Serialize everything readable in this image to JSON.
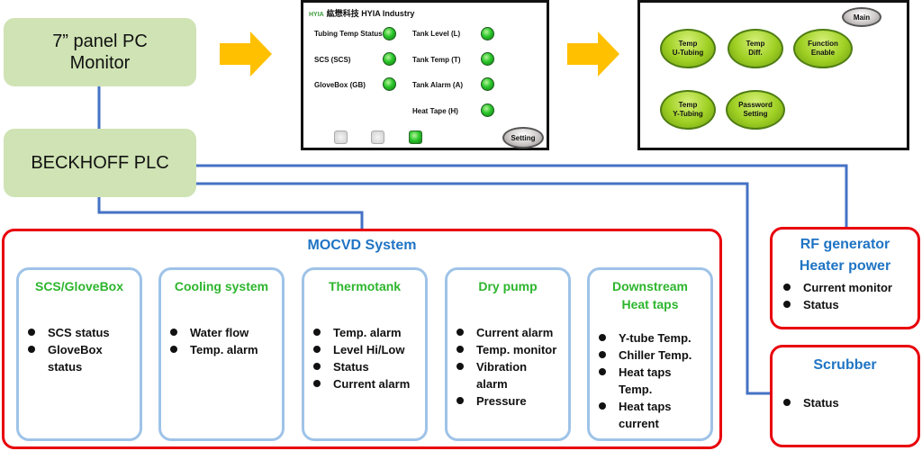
{
  "panel_pc": {
    "line1": "7” panel PC",
    "line2": "Monitor"
  },
  "plc": {
    "label": "BECKHOFF PLC"
  },
  "hmi1": {
    "logo": "HYIA",
    "title": "紘懋科技 HYIA Industry",
    "left_labels": [
      "Tubing Temp Status",
      "SCS (SCS)",
      "GloveBox (GB)"
    ],
    "right_labels": [
      "Tank Level (L)",
      "Tank Temp (T)",
      "Tank Alarm (A)",
      "Heat Tape (H)"
    ],
    "setting_button": "Setting"
  },
  "hmi2": {
    "main_button": "Main",
    "buttons": [
      {
        "line1": "Temp",
        "line2": "U-Tubing"
      },
      {
        "line1": "Temp",
        "line2": "Diff."
      },
      {
        "line1": "Function",
        "line2": "Enable"
      },
      {
        "line1": "Temp",
        "line2": "Y-Tubing"
      },
      {
        "line1": "Password",
        "line2": "Setting"
      }
    ]
  },
  "mocvd": {
    "title": "MOCVD System",
    "panels": [
      {
        "title1": "SCS/GloveBox",
        "title2": "",
        "items": [
          "SCS status",
          "GloveBox",
          "status"
        ]
      },
      {
        "title1": "Cooling system",
        "title2": "",
        "items": [
          "Water flow",
          "Temp. alarm"
        ]
      },
      {
        "title1": "Thermotank",
        "title2": "",
        "items": [
          "Temp. alarm",
          "Level Hi/Low",
          "Status",
          "Current alarm"
        ]
      },
      {
        "title1": "Dry pump",
        "title2": "",
        "items": [
          "Current alarm",
          "Temp. monitor",
          "Vibration",
          "alarm",
          "Pressure"
        ]
      },
      {
        "title1": "Downstream",
        "title2": "Heat taps",
        "items": [
          "Y-tube Temp.",
          "Chiller Temp.",
          "Heat taps",
          "Temp.",
          "Heat taps",
          "current"
        ]
      }
    ]
  },
  "rf": {
    "title1": "RF generator",
    "title2": "Heater power",
    "items": [
      "Current monitor",
      "Status"
    ]
  },
  "scrubber": {
    "title": "Scrubber",
    "items": [
      "Status"
    ]
  },
  "colors": {
    "wire": "#4472c4",
    "arrow": "#ffc000",
    "red_border": "#e8000c",
    "panel_border": "#9fc3e8",
    "title_blue": "#1f74c4",
    "title_green": "#2db52d"
  }
}
